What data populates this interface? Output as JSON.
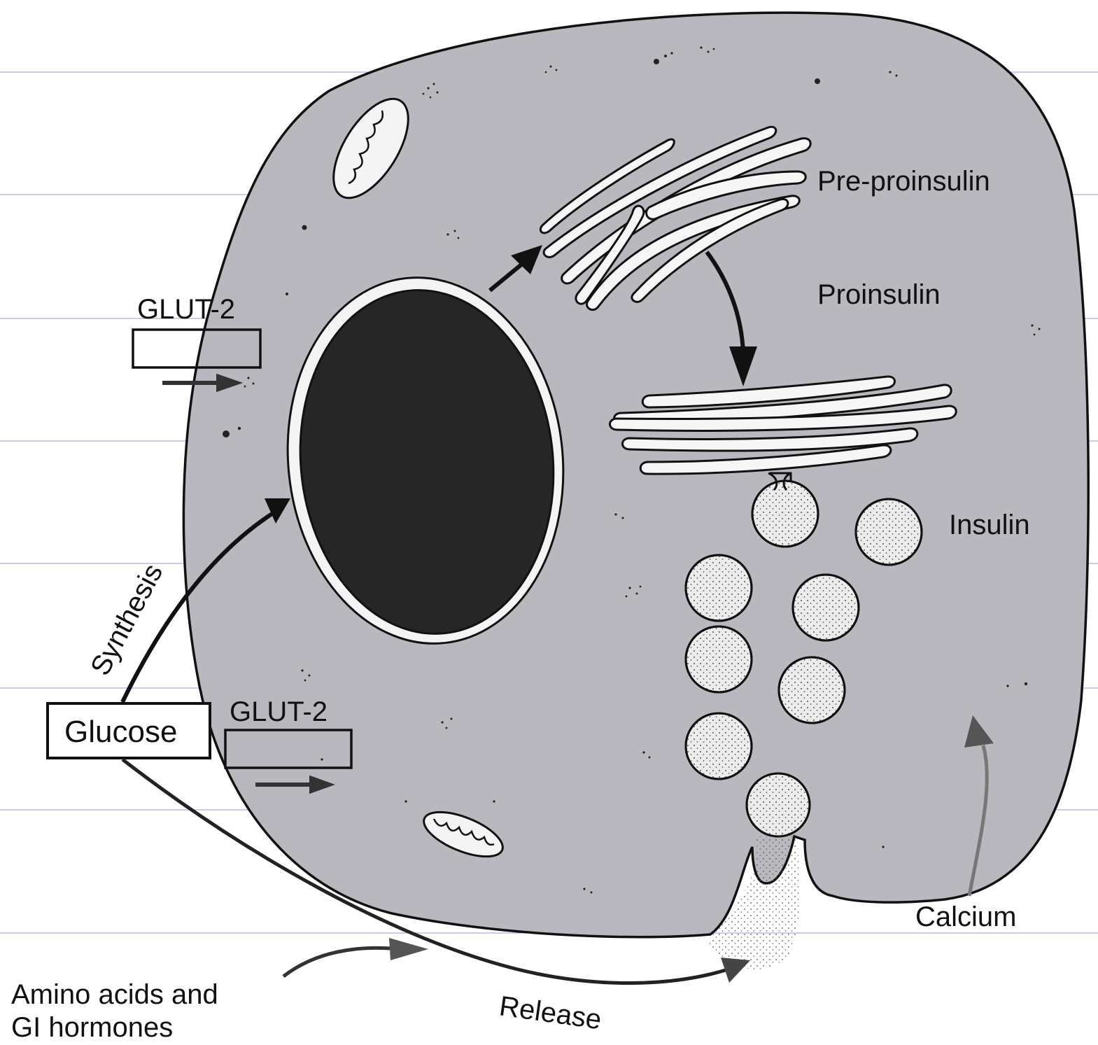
{
  "labels": {
    "pre_proinsulin": "Pre-proinsulin",
    "proinsulin": "Proinsulin",
    "insulin": "Insulin",
    "glut2_top": "GLUT-2",
    "glut2_bottom": "GLUT-2",
    "glucose": "Glucose",
    "synthesis": "Synthesis",
    "calcium": "Calcium",
    "amino_line1": "Amino acids and",
    "amino_line2": "GI hormones",
    "release": "Release"
  },
  "colors": {
    "background": "#ffffff",
    "cytoplasm": "#b8b8be",
    "nucleus": "#262626",
    "ink": "#111111",
    "vesicle": "#ececec",
    "organelle_fill": "#f4f4f4",
    "guide_line": "#3a4fbf"
  }
}
